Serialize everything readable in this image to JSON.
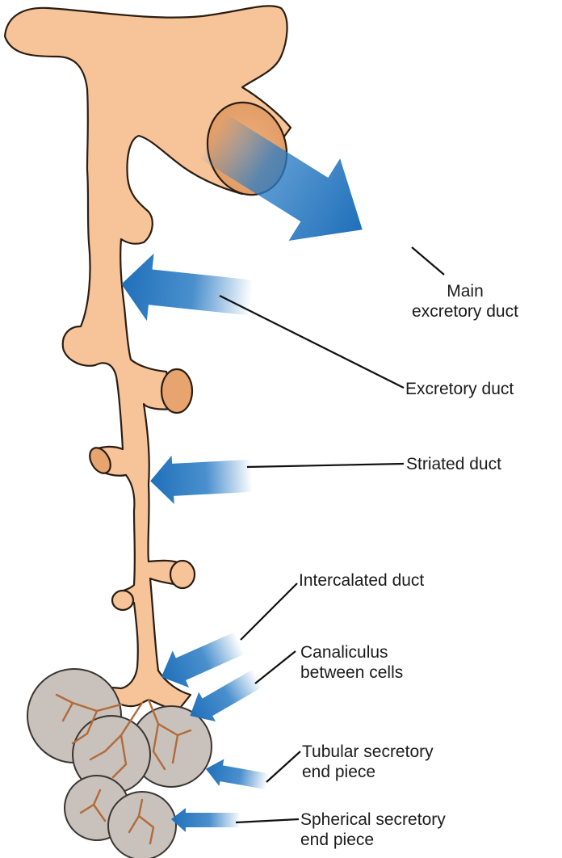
{
  "labels": {
    "main_excretory_duct": [
      "Main",
      "excretory duct"
    ],
    "excretory_duct": [
      "Excretory duct"
    ],
    "striated_duct": [
      "Striated duct"
    ],
    "intercalated_duct": [
      "Intercalated duct"
    ],
    "canaliculus": [
      "Canaliculus",
      "between cells"
    ],
    "tubular_end_piece": [
      "Tubular secretory",
      "end piece"
    ],
    "spherical_end_piece": [
      "Spherical secretory",
      "end piece"
    ]
  },
  "colors": {
    "duct_fill": "#F7C49A",
    "duct_cut_face": "#E7A46E",
    "outline": "#2a1d12",
    "arrow_blue": "#1f6fba",
    "acinus_fill": "#c9c1bb",
    "leader_line": "#111111"
  }
}
